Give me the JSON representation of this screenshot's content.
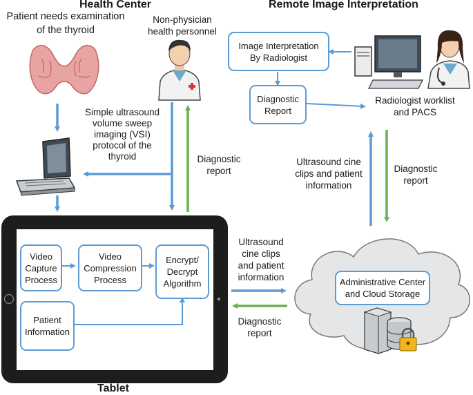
{
  "titles": {
    "health_center": "Health Center",
    "remote": "Remote Image Interpretation",
    "tablet": "Tablet"
  },
  "labels": {
    "patient_needs": "Patient needs examination\nof the thyroid",
    "non_physician": "Non-physician\nhealth personnel",
    "vsi_protocol": "Simple ultrasound\nvolume sweep\nimaging (VSI)\nprotocol of the\nthyroid",
    "diag_report_left": "Diagnostic\nreport",
    "radiologist_worklist": "Radiologist worklist\nand PACS",
    "ultrasound_cine_right": "Ultrasound cine\nclips and patient\ninformation",
    "diag_report_right": "Diagnostic\nreport",
    "ultrasound_cine_mid": "Ultrasound\ncine clips\nand patient\ninformation",
    "diag_report_mid": "Diagnostic\nreport"
  },
  "boxes": {
    "image_interpretation": "Image Interpretation\nBy Radiologist",
    "diagnostic_report": "Diagnostic\nReport",
    "video_capture": "Video\nCapture\nProcess",
    "video_compression": "Video\nCompression\nProcess",
    "encrypt": "Encrypt/\nDecrypt\nAlgorithm",
    "patient_info": "Patient\nInformation",
    "admin_center": "Administrative Center\nand Cloud Storage"
  },
  "colors": {
    "blue_arrow": "#5b9bd5",
    "green_arrow": "#6ab04c",
    "box_border": "#5b9bd5"
  },
  "icons": [
    "thyroid-icon",
    "nurse-icon",
    "ultrasound-machine-icon",
    "computer-icon",
    "radiologist-icon",
    "cloud-icon",
    "server-icon",
    "database-icon",
    "padlock-icon",
    "tablet-icon"
  ]
}
